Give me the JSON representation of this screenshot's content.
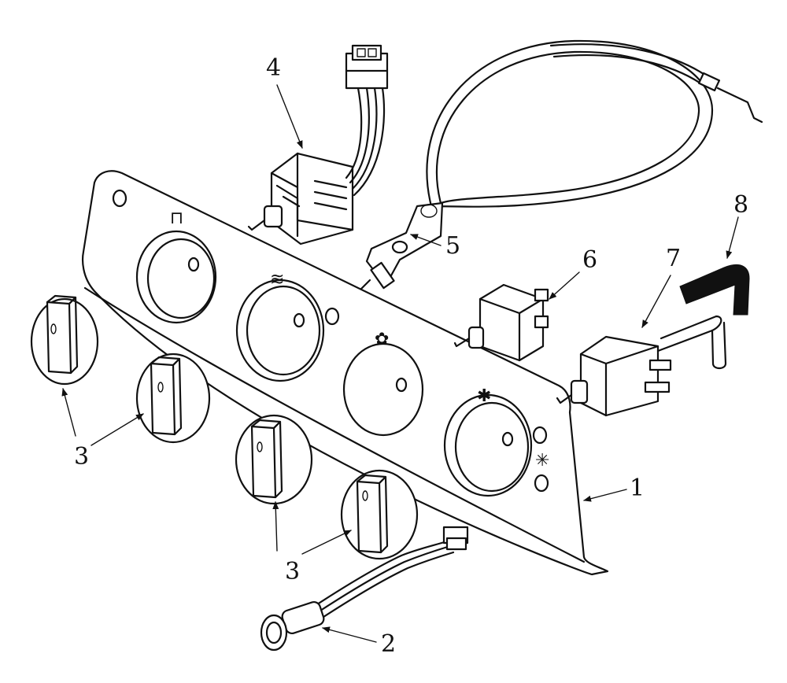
{
  "diagram": {
    "callouts": [
      {
        "id": "1",
        "label": "1"
      },
      {
        "id": "2",
        "label": "2"
      },
      {
        "id": "3a",
        "label": "3"
      },
      {
        "id": "3b",
        "label": "3"
      },
      {
        "id": "4",
        "label": "4"
      },
      {
        "id": "5",
        "label": "5"
      },
      {
        "id": "6",
        "label": "6"
      },
      {
        "id": "7",
        "label": "7"
      },
      {
        "id": "8",
        "label": "8"
      }
    ]
  },
  "colors": {
    "ink": "#111111",
    "paper": "#ffffff"
  }
}
